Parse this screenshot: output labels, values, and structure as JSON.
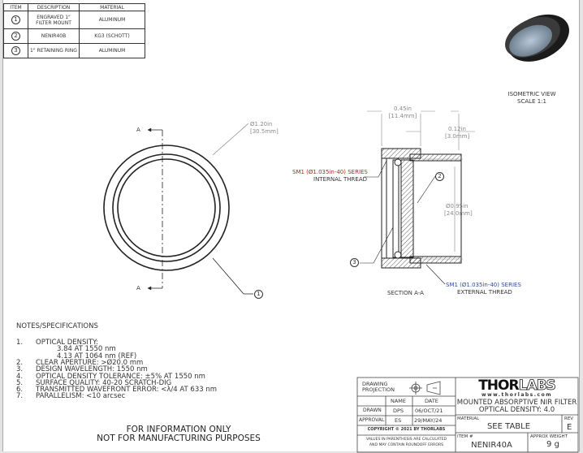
{
  "bom": {
    "headers": [
      "ITEM",
      "DESCRIPTION",
      "MATERIAL"
    ],
    "rows": [
      {
        "item": "1",
        "description": "ENGRAVED 1\" FILTER MOUNT",
        "material": "ALUMINUM"
      },
      {
        "item": "2",
        "description": "NENIR40B",
        "material": "KG3 (SCHOTT)"
      },
      {
        "item": "3",
        "description": "1\" RETAINING RING",
        "material": "ALUMINUM"
      }
    ]
  },
  "isometric": {
    "title": "ISOMETRIC VIEW",
    "scale": "SCALE 1:1"
  },
  "front_view": {
    "section_label": "A",
    "diameter_in": "Ø1.20in",
    "diameter_mm": "[30.5mm]",
    "balloon": "1"
  },
  "section_view": {
    "title": "SECTION A-A",
    "width_in": "0.45in",
    "width_mm": "[11.4mm]",
    "flange_in": "0.12in",
    "flange_mm": "[3.0mm]",
    "bore_in": "Ø0.95in",
    "bore_mm": "[24.0mm]",
    "internal_thread_1": "SM1 (Ø1.035in-40) SERIES",
    "internal_thread_2": "INTERNAL THREAD",
    "external_thread_1": "SM1 (Ø1.035in-40) SERIES",
    "external_thread_2": "EXTERNAL THREAD",
    "balloon_2": "2",
    "balloon_3": "3"
  },
  "notes": {
    "title": "NOTES/SPECIFICATIONS",
    "items": [
      {
        "n": "1.",
        "text": "OPTICAL DENSITY:"
      },
      {
        "n": "",
        "text": "3.84 AT 1550 nm"
      },
      {
        "n": "",
        "text": "4.13 AT 1064 nm (REF)"
      },
      {
        "n": "2.",
        "text": "CLEAR APERTURE: >Ø20.0 mm"
      },
      {
        "n": "3.",
        "text": "DESIGN WAVELENGTH: 1550 nm"
      },
      {
        "n": "4.",
        "text": "OPTICAL DENSITY TOLERANCE: ±5% AT 1550 nm"
      },
      {
        "n": "5.",
        "text": "SURFACE QUALITY: 40-20 SCRATCH-DIG"
      },
      {
        "n": "6.",
        "text": "TRANSMITTED WAVEFRONT ERROR: <λ/4 AT 633 nm"
      },
      {
        "n": "7.",
        "text": "PARALLELISM: <10 arcsec"
      }
    ],
    "disclaimer_1": "FOR INFORMATION ONLY",
    "disclaimer_2": "NOT FOR MANUFACTURING PURPOSES"
  },
  "title_block": {
    "projection": "DRAWING PROJECTION",
    "name_h": "NAME",
    "date_h": "DATE",
    "drawn": "DRAWN",
    "drawn_name": "DPS",
    "drawn_date": "06/OCT/21",
    "approval": "APPROVAL",
    "approval_name": "ES",
    "approval_date": "29/MAY/24",
    "copyright": "COPYRIGHT © 2021 BY THORLABS",
    "values_note_1": "VALUES IN PARENTHESIS ARE CALCULATED",
    "values_note_2": "AND MAY CONTAIN ROUNDOFF ERRORS",
    "logo_a": "THOR",
    "logo_b": "LABS",
    "url": "www.thorlabs.com",
    "title_1": "MOUNTED ABSORPTIVE NIR FILTER",
    "title_2": "OPTICAL DENSITY: 4.0",
    "material_h": "MATERIAL",
    "material": "SEE TABLE",
    "rev_h": "REV",
    "rev": "E",
    "item_h": "ITEM #",
    "item": "NENIR40A",
    "weight_h": "APPROX WEIGHT",
    "weight": "9 g"
  }
}
